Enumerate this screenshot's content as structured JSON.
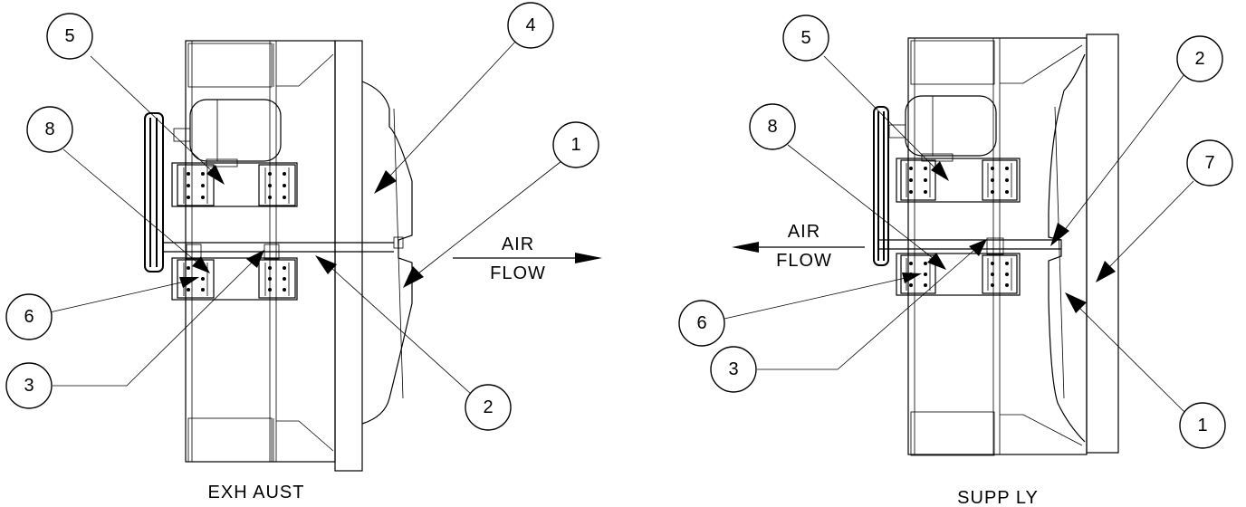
{
  "views": [
    {
      "title": "EXH AUST",
      "airflow": [
        "AIR",
        "FLOW"
      ],
      "callouts": [
        "5",
        "4",
        "8",
        "1",
        "6",
        "3",
        "2"
      ]
    },
    {
      "title": "SUPP LY",
      "airflow": [
        "AIR",
        "FLOW"
      ],
      "callouts": [
        "5",
        "2",
        "8",
        "7",
        "6",
        "3",
        "1"
      ]
    }
  ]
}
